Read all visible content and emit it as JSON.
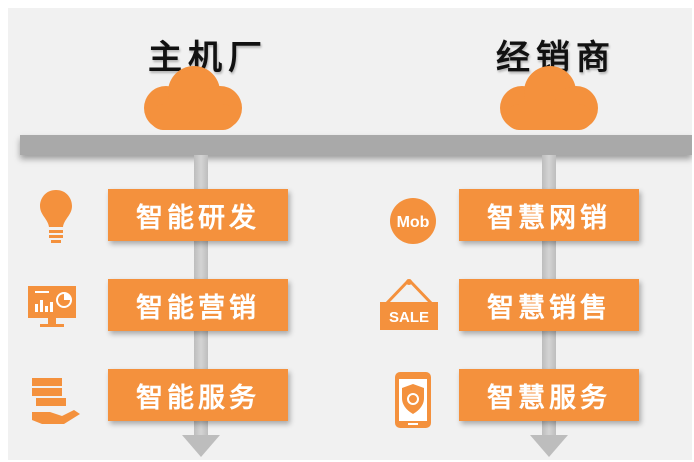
{
  "left_column": {
    "title": "主机厂",
    "items": [
      {
        "label": "智能研发",
        "icon": "lightbulb-icon"
      },
      {
        "label": "智能营销",
        "icon": "monitor-chart-icon"
      },
      {
        "label": "智能服务",
        "icon": "hand-cards-icon"
      }
    ]
  },
  "right_column": {
    "title": "经销商",
    "items": [
      {
        "label": "智慧网销",
        "icon": "mob-badge-icon",
        "icon_text": "Mob"
      },
      {
        "label": "智慧销售",
        "icon": "sale-sign-icon",
        "icon_text": "SALE"
      },
      {
        "label": "智慧服务",
        "icon": "phone-shield-icon"
      }
    ]
  },
  "colors": {
    "accent": "#f4913d",
    "bar": "#a9a9a9",
    "line": "#bdbdbd",
    "background": "#f1f1f1"
  }
}
